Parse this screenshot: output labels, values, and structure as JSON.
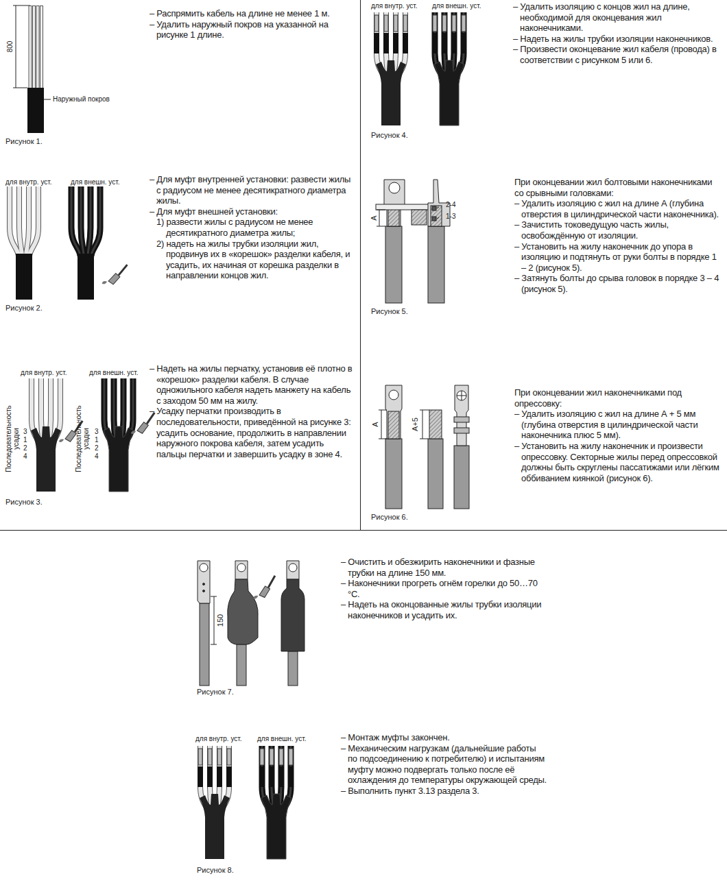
{
  "diagram": {
    "labels": [
      "800",
      "Наружный покров",
      "Рисунок 1.",
      "– Распрямить кабель на длине не менее 1 м.",
      "– Удалить наружный покров на указанной на рисунке 1 длине.",
      "для внутр. уст.",
      "для внешн. уст.",
      "Рисунок 2.",
      "– Для муфт внутренней установки: развести жилы с радиусом не менее десятикратного диаметра жилы.",
      "– Для муфт внешней установки:",
      "1) развести жилы с радиусом не менее десятикратного диаметра жилы;",
      "2) надеть на жилы трубки изоляции жил, продвинув их в «корешок» разделки кабеля, и усадить, их начиная от корешка разделки в направлении концов жил.",
      "для внутр. уст.",
      "для внешн. уст.",
      "Последовательность усадки",
      "3",
      "1",
      "2",
      "4",
      "Последовательность усадки",
      "3",
      "1",
      "2",
      "4",
      "Рисунок 3.",
      "– Надеть на жилы перчатку, установив её плотно в «корешок» разделки кабеля. В случае одножильного кабеля надеть манжету на кабель с заходом 50 мм на жилу.",
      "– Усадку перчатки производить в последовательности, приведённой на рисунке 3: усадить основание, продолжить в направлении наружного покрова кабеля, затем усадить пальцы перчатки и завершить усадку в зоне 4.",
      "для внутр. уст.",
      "для внешн. уст.",
      "Рисунок 4.",
      "– Удалить изоляцию с концов жил на длине, необходимой для оконцевания жил наконечниками.",
      "– Надеть на жилы трубки изоляции наконечников.",
      "– Произвести оконцевание жил кабеля (провода) в соответствии с рисунком 5 или 6.",
      "A",
      "2-4",
      "1-3",
      "Рисунок 5.",
      "При оконцевании жил болтовыми наконечниками со срывными головками:",
      "– Удалить изоляцию с жил на длине А (глубина отверстия в цилиндрической части наконечника).",
      "– Зачистить токоведущую часть жилы, освобождённую от изоляции.",
      "– Установить на жилу наконечник до упора в изоляцию и подтянуть от руки болты в порядке 1 – 2 (рисунок 5).",
      "– Затянуть болты до срыва головок в порядке 3 – 4 (рисунок 5).",
      "A",
      "A+5",
      "Рисунок 6.",
      "При оконцевании жил наконечниками под опрессовку:",
      "– Удалить изоляцию с жил на длине А + 5 мм (глубина отверстия в цилиндрической части наконечника плюс 5 мм).",
      "– Установить на жилу наконечник и произвести опрессовку. Секторные жилы перед опрессовкой должны быть скруглены пассатижами или лёгким оббиванием киянкой (рисунок 6).",
      "150",
      "Рисунок 7.",
      "– Очистить и обезжирить наконечники и фазные трубки на длине 150 мм.",
      "– Наконечники прогреть огнём горелки до 50…70 °С.",
      "– Надеть на оконцованные жилы трубки изоляции наконечников и усадить их.",
      "для внутр. уст.",
      "для внешн. уст.",
      "Рисунок 8.",
      "– Монтаж муфты закончен.",
      "– Механическим нагрузкам (дальнейшие работы по подсоединению к потребителю) и испытаниям муфту можно подвергать только после её охлаждения до температуры окружающей среды.",
      "– Выполнить пункт 3.13 раздела 3."
    ]
  }
}
